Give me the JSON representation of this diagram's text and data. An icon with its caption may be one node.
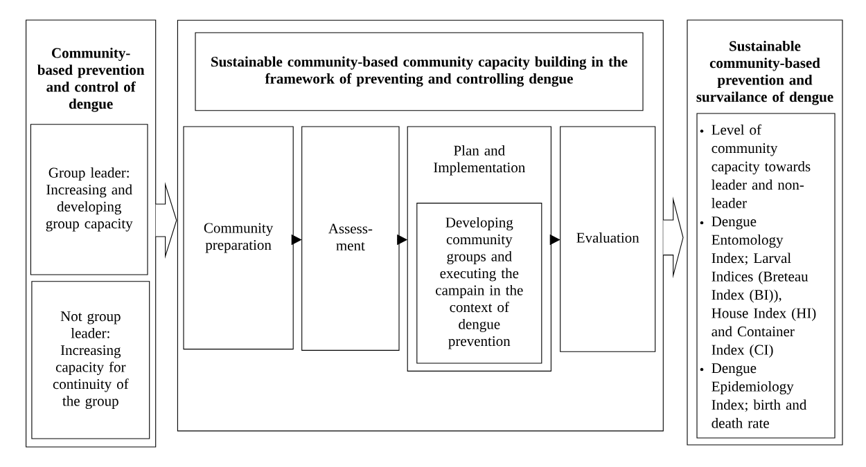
{
  "diagram": {
    "nodes": [
      {
        "text": [
          "Community-based prevention and control of dengue"
        ]
      },
      {
        "text": [
          "Group leader: Increasing and developing group capacity"
        ],
        "in": 0
      },
      {
        "text": [
          "Not group leader: Increasing capacity for continuity of the group"
        ],
        "in": 0
      },
      {
        "text": [],
        "shape": "box"
      },
      {
        "text": [
          "Sustainable community-based community capacity building in the framework of preventing and controlling dengue"
        ],
        "in": 3
      },
      {
        "text": [
          "Community preparation"
        ],
        "in": 3
      },
      {
        "text": [
          "Assess-ment"
        ],
        "in": 3
      },
      {
        "text": [
          "Plan and Implementation"
        ],
        "in": 3
      },
      {
        "text": [
          "Developing community groups and executing the campain in the context of dengue prevention"
        ],
        "in": 7
      },
      {
        "text": [
          "Evaluation"
        ],
        "in": 3
      },
      {
        "text": [
          "Sustainable community-based prevention and survailance of dengue"
        ]
      },
      {
        "text": [
          "Level of community capacity towards leader and non-leader",
          "Dengue Entomology Index; Larval Indices (Breteau Index (BI)), House Index (HI) and Container Index (CI)",
          "Dengue Epidemiology Index; birth and death rate"
        ],
        "in": 10
      }
    ],
    "edges": [
      {
        "from": 0,
        "to": 3,
        "arrow": "to",
        "style": "thick"
      },
      {
        "from": 5,
        "to": 6,
        "arrow": "to"
      },
      {
        "from": 6,
        "to": 7,
        "arrow": "to"
      },
      {
        "from": 7,
        "to": 9,
        "arrow": "to"
      },
      {
        "from": 3,
        "to": 10,
        "arrow": "to",
        "style": "thick"
      }
    ]
  }
}
